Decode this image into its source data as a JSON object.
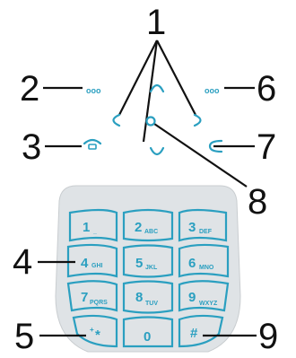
{
  "callouts": [
    "1",
    "2",
    "3",
    "4",
    "5",
    "6",
    "7",
    "8",
    "9"
  ],
  "small_dots": "ooo",
  "keys": [
    {
      "digit": "1",
      "sub": "_"
    },
    {
      "digit": "2",
      "sub": "ABC"
    },
    {
      "digit": "3",
      "sub": "DEF"
    },
    {
      "digit": "4",
      "sub": "GHI"
    },
    {
      "digit": "5",
      "sub": "JKL"
    },
    {
      "digit": "6",
      "sub": "MNO"
    },
    {
      "digit": "7",
      "sub": "PQRS"
    },
    {
      "digit": "8",
      "sub": "TUV"
    },
    {
      "digit": "9",
      "sub": "WXYZ"
    },
    {
      "digit": "*",
      "sub": "+"
    },
    {
      "digit": "0",
      "sub": ""
    },
    {
      "digit": "#",
      "sub": ""
    }
  ],
  "colors": {
    "key_accent": "#2a9fc0",
    "keypad_body": "#dfe3e6",
    "line": "#111111"
  }
}
